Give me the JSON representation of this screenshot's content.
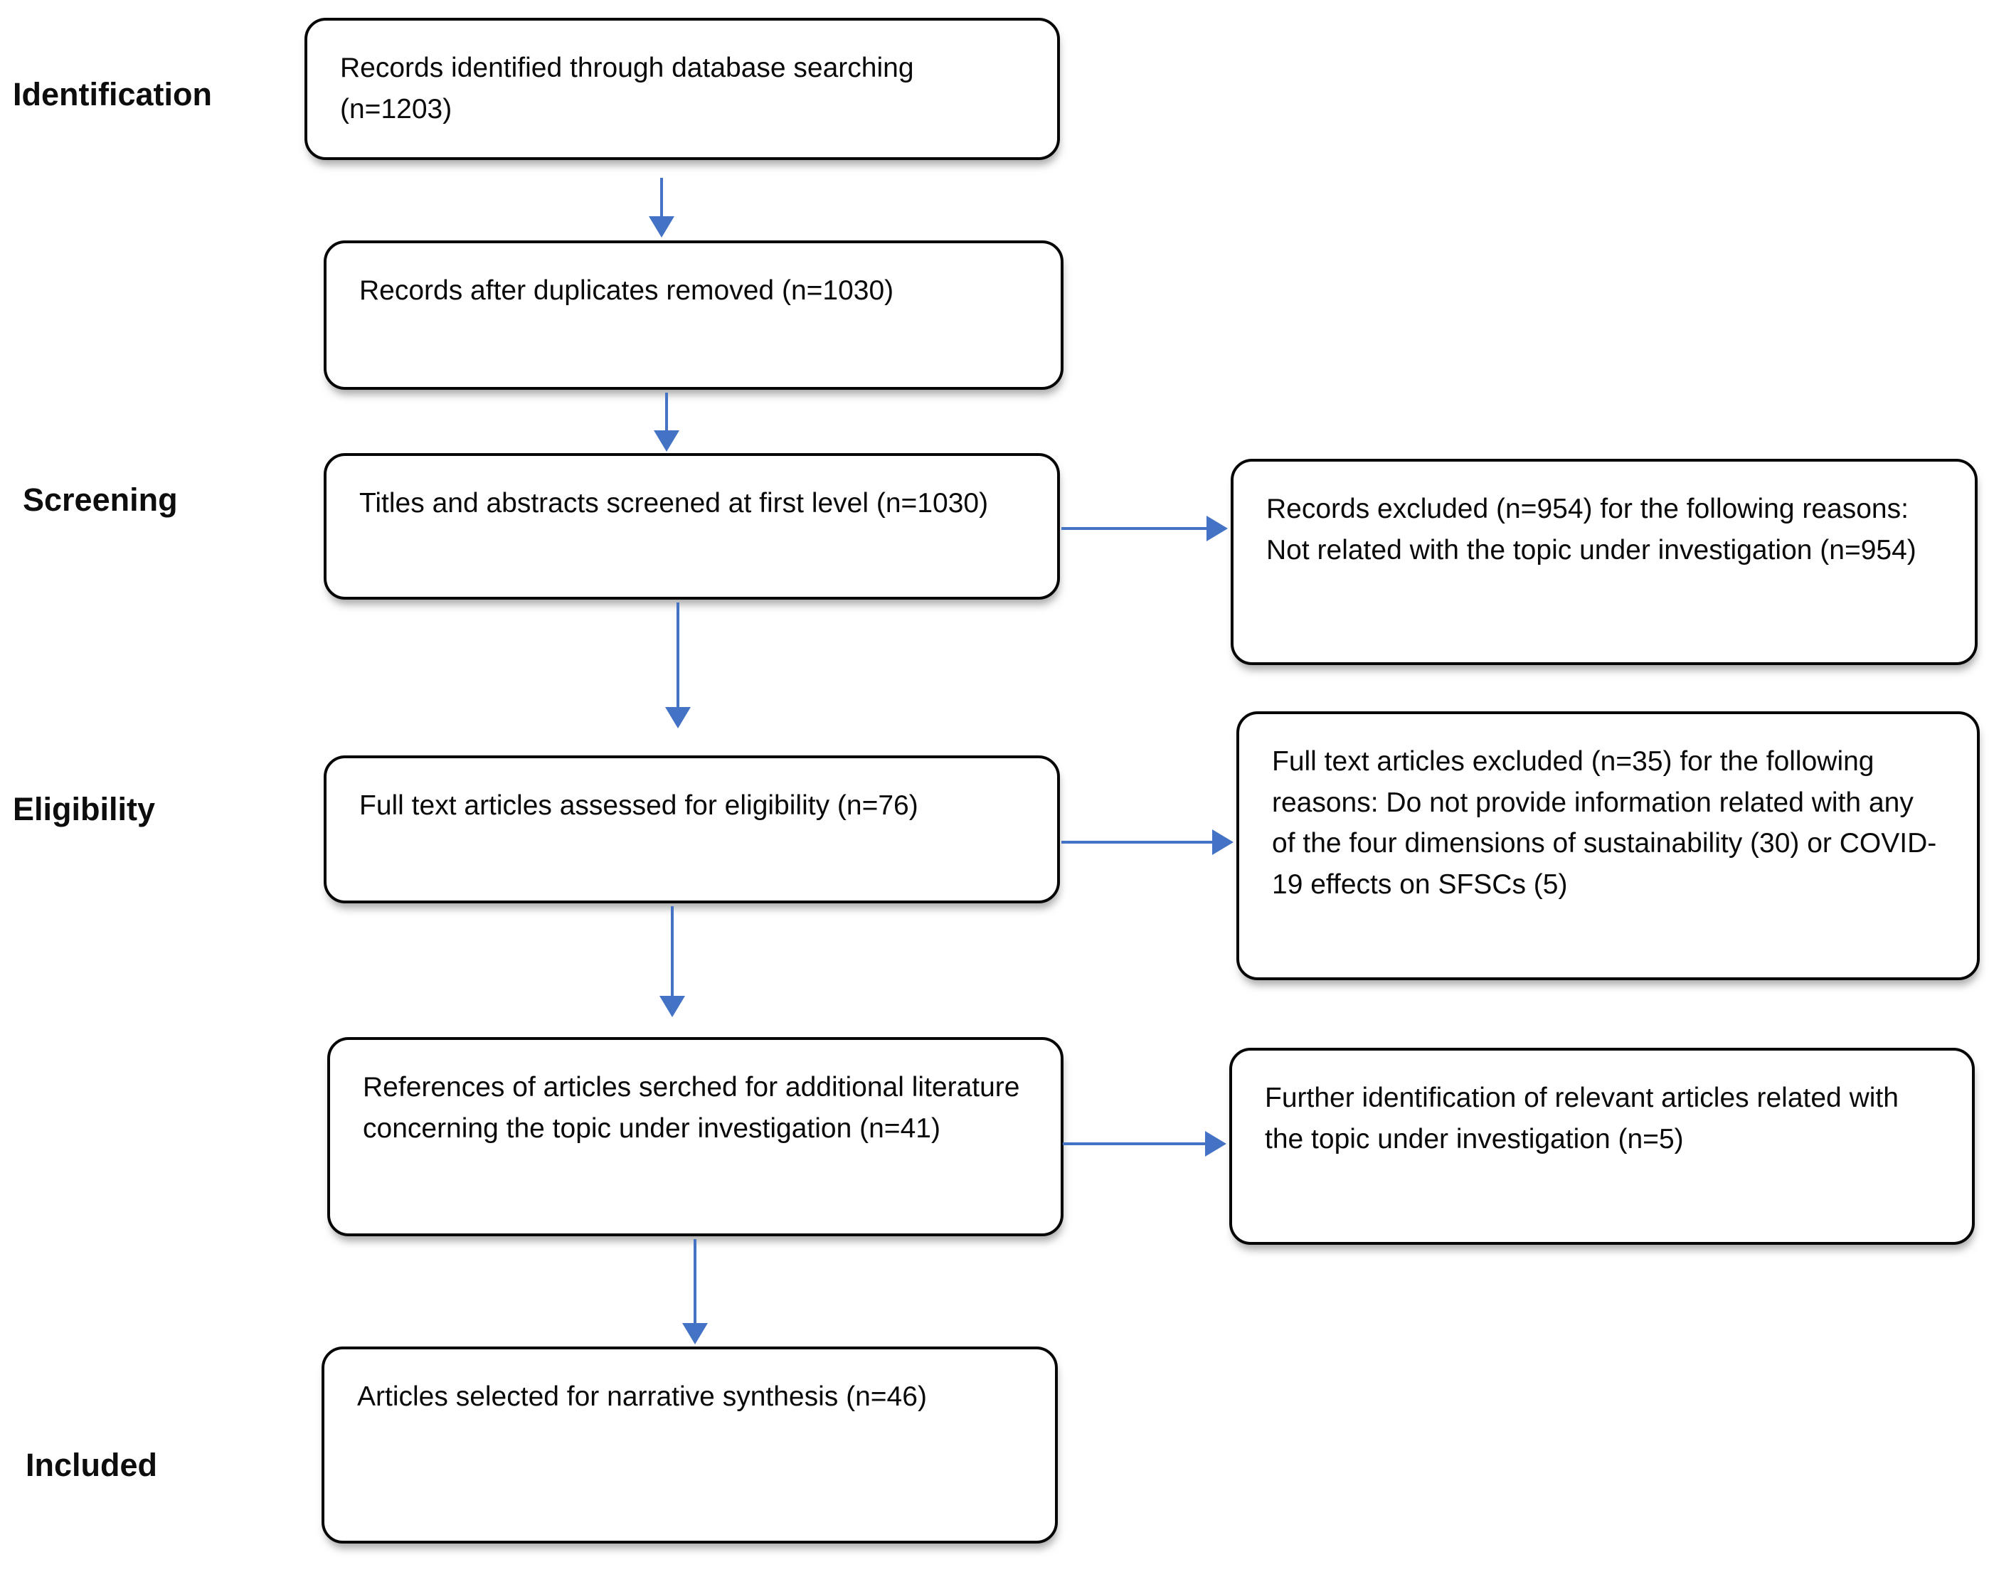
{
  "diagram": {
    "type": "prisma-flowchart",
    "stages": [
      {
        "label": "Identification"
      },
      {
        "label": "Screening"
      },
      {
        "label": "Eligibility"
      },
      {
        "label": "Included"
      }
    ],
    "main_flow": [
      {
        "text": "Records identified through database searching (n=1203)"
      },
      {
        "text": "Records after duplicates removed (n=1030)"
      },
      {
        "text": "Titles and abstracts screened at first level (n=1030)"
      },
      {
        "text": "Full text articles assessed for eligibility (n=76)"
      },
      {
        "text": "References of articles serched for additional literature concerning the topic under investigation (n=41)"
      },
      {
        "text": "Articles selected for narrative synthesis (n=46)"
      }
    ],
    "side_boxes": [
      {
        "text": "Records excluded (n=954) for the following reasons: Not related with the topic under investigation (n=954)"
      },
      {
        "text": "Full text articles excluded (n=35) for the following reasons: Do not provide information related with any of the four dimensions of sustainability (30) or COVID-19 effects on SFSCs (5)"
      },
      {
        "text": "Further identification of relevant articles related with the topic under investigation (n=5)"
      }
    ],
    "colors": {
      "arrow": "#4472C4",
      "box_border": "#060606",
      "text": "#0a0a0a",
      "background": "#ffffff"
    }
  }
}
